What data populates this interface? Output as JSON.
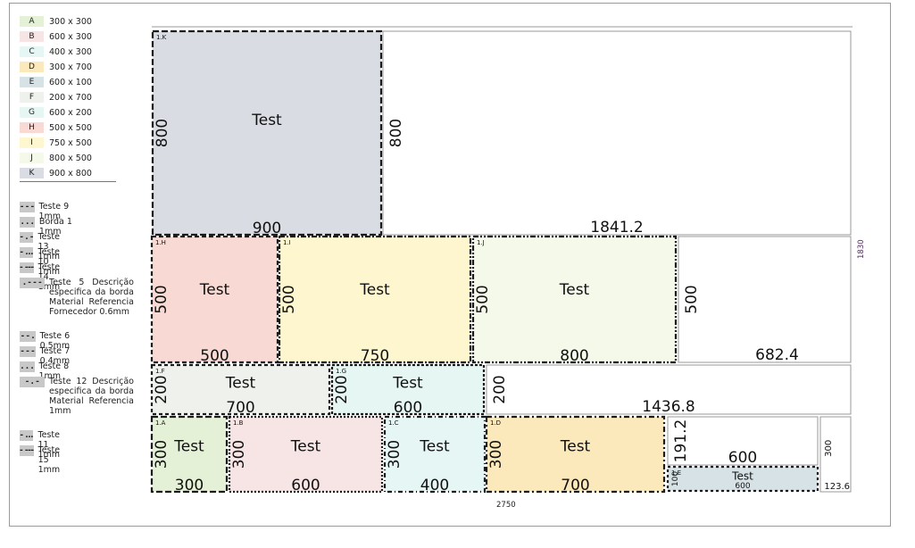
{
  "legend_pieces": [
    {
      "letter": "A",
      "label": "300 x 300",
      "color": "#e4f1d6"
    },
    {
      "letter": "B",
      "label": "600 x 300",
      "color": "#f7e4e4"
    },
    {
      "letter": "C",
      "label": "400 x 300",
      "color": "#e6f6f5"
    },
    {
      "letter": "D",
      "label": "300 x 700",
      "color": "#fbe8bb"
    },
    {
      "letter": "E",
      "label": "600 x 100",
      "color": "#d7e2e6"
    },
    {
      "letter": "F",
      "label": "200 x 700",
      "color": "#eef1ec"
    },
    {
      "letter": "G",
      "label": "600 x 200",
      "color": "#e6f6f2"
    },
    {
      "letter": "H",
      "label": "500 x 500",
      "color": "#f8d9d4"
    },
    {
      "letter": "I",
      "label": "750 x 500",
      "color": "#fdf6cf"
    },
    {
      "letter": "J",
      "label": "800 x 500",
      "color": "#f4f9ea"
    },
    {
      "letter": "K",
      "label": "900 x 800",
      "color": "#d9dce2"
    }
  ],
  "legend_edges": [
    {
      "symbol": "- - -",
      "text": "Teste 9  1mm"
    },
    {
      "symbol": ". . .",
      "text": "Borda 1  1mm"
    },
    {
      "symbol": "- . -",
      "text": "Teste 13  1mm"
    },
    {
      "symbol": "- ...",
      "text": "Teste 10  1mm"
    },
    {
      "symbol": "- ---",
      "text": "Teste 14  1mm"
    },
    {
      "symbol": ". - - -",
      "text": "Teste  5  Descrição especifica da borda Material Referencia Fornecedor 0.6mm"
    },
    {
      "symbol": "- - .",
      "text": "Teste 6   0.5mm"
    },
    {
      "symbol": "- - -",
      "text": "Teste 7  0.4mm"
    },
    {
      "symbol": ". . .",
      "text": "Teste 8  1mm"
    },
    {
      "symbol": "- . -",
      "text": "Teste  12  Descrição especifica da borda Material Referencia 1mm"
    },
    {
      "symbol": "- ...",
      "text": "Teste 11  1mm"
    },
    {
      "symbol": "- ---",
      "text": "Teste 15  1mm"
    }
  ],
  "sheet": {
    "total_width_label": "2750",
    "total_height_label": "1830",
    "piece_label": "Test"
  },
  "pieces": [
    {
      "id": "1.K",
      "w": 900,
      "h": 800,
      "color": "#d9dce2"
    },
    {
      "id": "1.H",
      "w": 500,
      "h": 500,
      "color": "#f8d9d4"
    },
    {
      "id": "1.I",
      "w": 750,
      "h": 500,
      "color": "#fdf6cf"
    },
    {
      "id": "1.J",
      "w": 800,
      "h": 500,
      "color": "#f4f9ea"
    },
    {
      "id": "1.F",
      "w": 700,
      "h": 200,
      "color": "#eef1ec"
    },
    {
      "id": "1.G",
      "w": 600,
      "h": 200,
      "color": "#e6f6f2"
    },
    {
      "id": "1.A",
      "w": 300,
      "h": 300,
      "color": "#e4f1d6"
    },
    {
      "id": "1.B",
      "w": 600,
      "h": 300,
      "color": "#f7e4e4"
    },
    {
      "id": "1.C",
      "w": 400,
      "h": 300,
      "color": "#e6f6f5"
    },
    {
      "id": "1.D",
      "w": 700,
      "h": 300,
      "color": "#fbe8bb"
    },
    {
      "id": "1.E",
      "w": 600,
      "h": 100,
      "color": "#d7e2e6"
    }
  ],
  "waste": [
    {
      "w_label": "1841.2",
      "h_label": "800"
    },
    {
      "w_label": "682.4",
      "h_label": "500"
    },
    {
      "w_label": "1436.8",
      "h_label": "200"
    },
    {
      "w_label": "600",
      "h_label": "191.2"
    },
    {
      "w_label": "123.6",
      "h_label": "300"
    }
  ]
}
